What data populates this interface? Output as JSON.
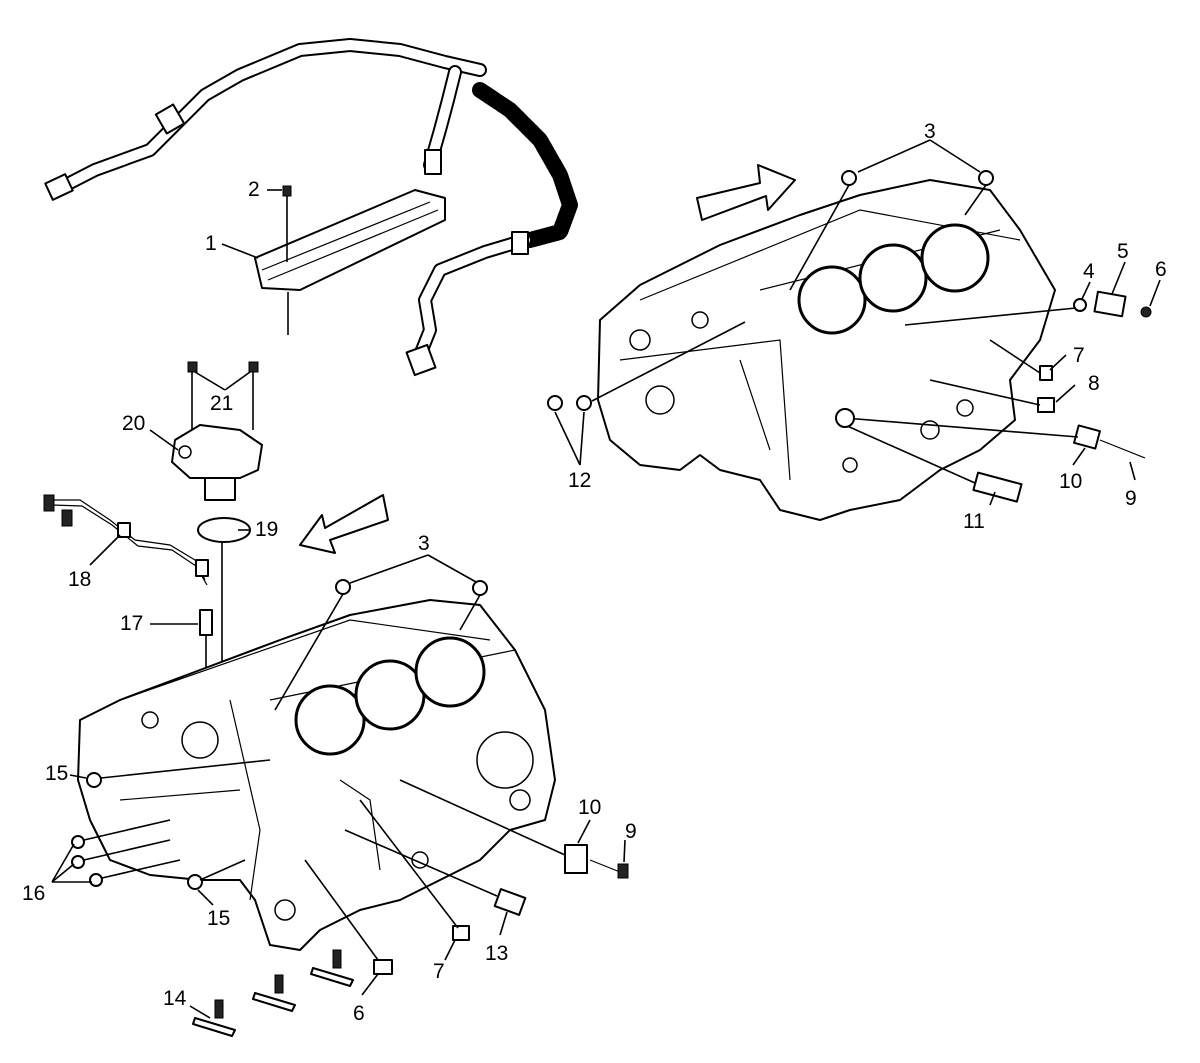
{
  "labels": {
    "l1": "1",
    "l2": "2",
    "l3a": "3",
    "l3b": "3",
    "l4": "4",
    "l5": "5",
    "l6a": "6",
    "l6b": "6",
    "l7a": "7",
    "l7b": "7",
    "l8": "8",
    "l9a": "9",
    "l9b": "9",
    "l10a": "10",
    "l10b": "10",
    "l11": "11",
    "l12": "12",
    "l13": "13",
    "l14": "14",
    "l15a": "15",
    "l15b": "15",
    "l16": "16",
    "l17": "17",
    "l18": "18",
    "l19": "19",
    "l20": "20",
    "l21": "21"
  }
}
